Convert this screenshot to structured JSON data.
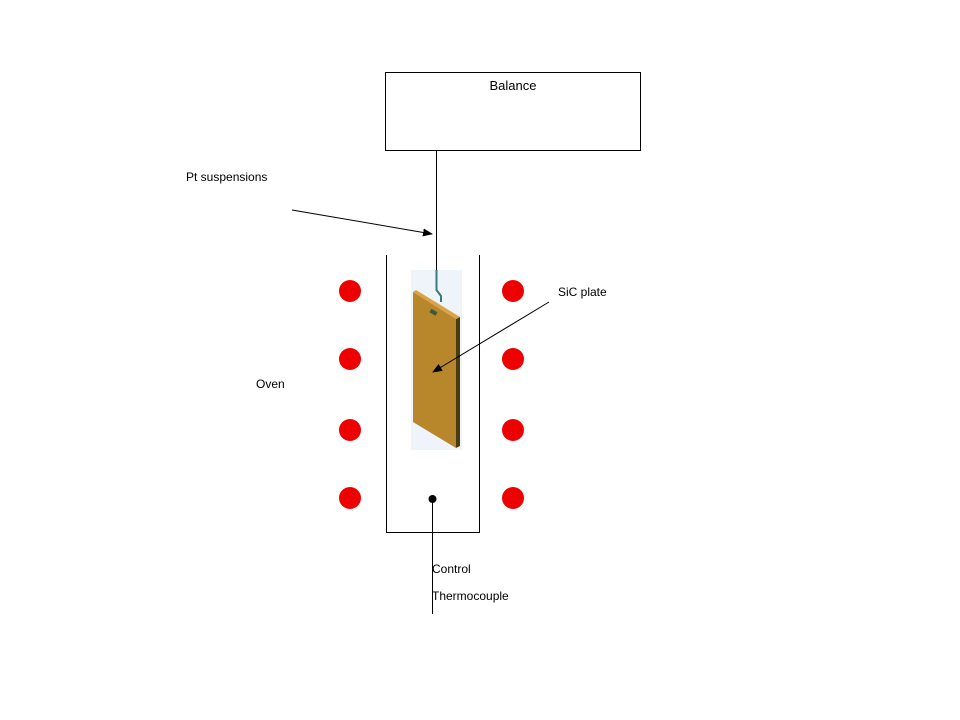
{
  "labels": {
    "balance": "Balance",
    "pt_suspensions": "Pt suspensions",
    "sic_plate": "SiC plate",
    "oven": "Oven",
    "control": "Control",
    "thermocouple": "Thermocouple"
  },
  "colors": {
    "heater": "#ee0000",
    "plate": "#b8862b",
    "plate_edge": "#4a3a10",
    "wire": "#3a7a7a",
    "plate_background": "#eef4fa"
  }
}
